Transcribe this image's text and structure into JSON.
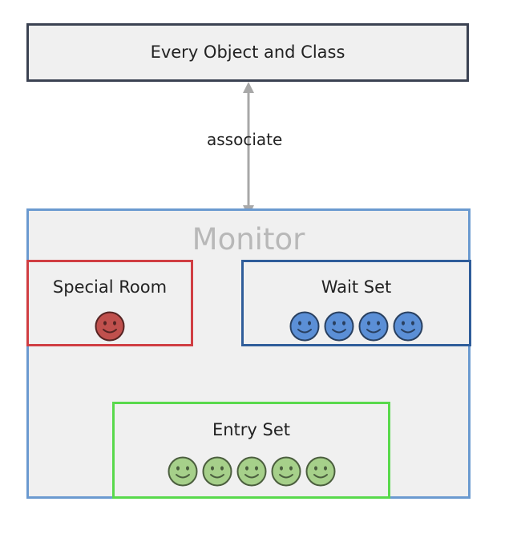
{
  "top_box": {
    "label": "Every Object and Class"
  },
  "connector": {
    "label": "associate"
  },
  "monitor": {
    "title": "Monitor",
    "special_room": {
      "label": "Special Room",
      "occupants": 1,
      "face_color": "#c0504d"
    },
    "wait_set": {
      "label": "Wait Set",
      "occupants": 4,
      "face_color": "#5b8fd6"
    },
    "entry_set": {
      "label": "Entry Set",
      "occupants": 5,
      "face_color": "#a6d08a"
    }
  },
  "colors": {
    "top_border": "#3b4252",
    "monitor_border": "#6b9ad0",
    "special_room_border": "#d03e43",
    "wait_set_border": "#2f5d9a",
    "entry_set_border": "#59d94c",
    "arrow": "#a8a8a8"
  }
}
